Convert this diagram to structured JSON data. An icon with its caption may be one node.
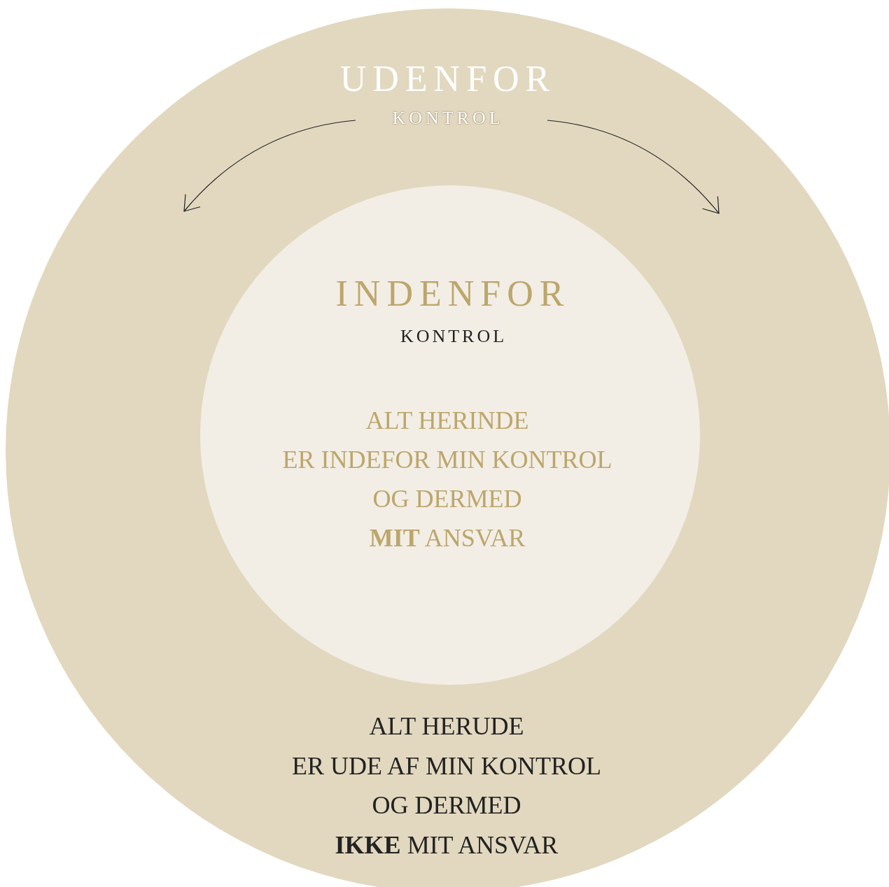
{
  "diagram": {
    "nodes": [
      {
        "text": [
          "UDENFOR",
          "KONTROL",
          "ALT HERUDE ER UDE AF MIN KONTROL OG DERMED **IKKE** MIT ANSVAR"
        ]
      },
      {
        "text": [
          "INDENFOR",
          "KONTROL",
          "ALT HERINDE ER INDEFOR MIN KONTROL OG DERMED **MIT** ANSVAR"
        ],
        "in": 0
      }
    ]
  }
}
